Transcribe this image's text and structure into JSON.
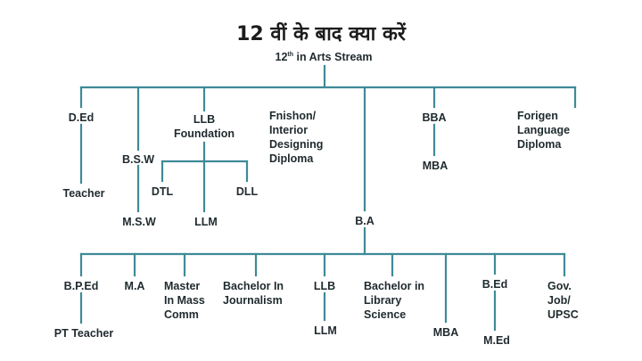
{
  "title": "12 वीं के बाद क्या करें",
  "root": {
    "number": "12",
    "suffix": "th",
    "text": " in Arts Stream"
  },
  "top_branches": {
    "ded": "D.Ed",
    "bsw": "B.S.W",
    "llb_foundation": "LLB\nFoundation",
    "fashion": "Fnishon/\nInterior\nDesigning\nDiploma",
    "bba": "BBA",
    "foreign_lang": "Forigen\nLanguage\nDiploma",
    "ba": "B.A"
  },
  "top_children": {
    "teacher": "Teacher",
    "msw": "M.S.W",
    "dtl": "DTL",
    "dll": "DLL",
    "llm": "LLM",
    "mba": "MBA"
  },
  "ba_branches": {
    "bped": "B.P.Ed",
    "ma": "M.A",
    "master_mass_comm": "Master\nIn Mass\nComm",
    "bachelor_journalism": "Bachelor In\nJournalism",
    "llb": "LLB",
    "bachelor_library": "Bachelor in\nLibrary\nScience",
    "mba": "MBA",
    "bed": "B.Ed",
    "gov_job": "Gov.\nJob/\nUPSC"
  },
  "ba_children": {
    "pt_teacher": "PT Teacher",
    "llm": "LLM",
    "med": "M.Ed"
  },
  "line_color": "#3f8a98"
}
